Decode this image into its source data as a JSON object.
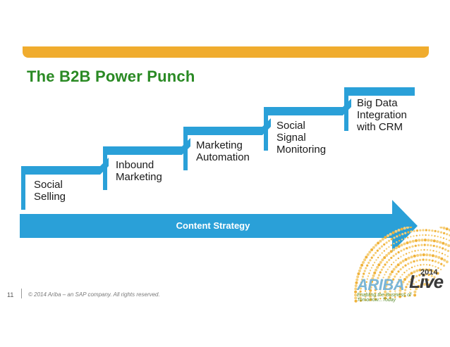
{
  "slide": {
    "title": "The B2B Power Punch",
    "arrow_label": "Content Strategy",
    "steps": [
      "Social\nSelling",
      "Inbound\nMarketing",
      "Marketing\nAutomation",
      "Social\nSignal\nMonitoring",
      "Big Data\nIntegration\nwith CRM"
    ],
    "page_number": "11",
    "copyright": "© 2014 Ariba – an SAP company. All rights reserved."
  },
  "logo": {
    "year": "2014",
    "brand": "ARIBA",
    "live": "Live",
    "tagline": "Enabling the Business of Tomorrow...Today"
  },
  "colors": {
    "accent_bar": "#f0ac2e",
    "title": "#2a8a24",
    "step_blue": "#2aa0d8",
    "arrow": "#2aa0d8"
  }
}
